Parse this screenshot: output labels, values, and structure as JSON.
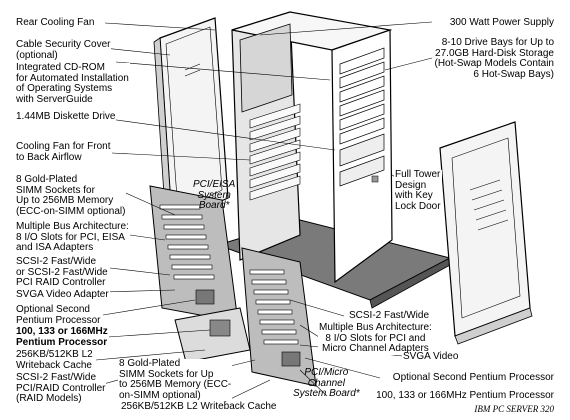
{
  "labels": {
    "rear_fan": "Rear Cooling Fan",
    "cable_cover": "Cable Security Cover\n(optional)",
    "cdrom": "Integrated CD-ROM\nfor Automated Installation\nof Operating Systems\nwith ServerGuide",
    "diskette": "1.44MB Diskette Drive",
    "cooling_fan": "Cooling Fan for Front\nto Back Airflow",
    "simm_sockets_top": "8 Gold-Plated\nSIMM Sockets for\nUp to 256MB Memory\n(ECC-on-SIMM optional)",
    "multibus_top": "Multiple Bus Architecture:\n8 I/O Slots for PCI, EISA\nand ISA Adapters",
    "scsi_raid": "SCSI-2 Fast/Wide\nor SCSI-2 Fast/Wide\nPCI RAID Controller",
    "svga_left": "SVGA Video Adapter",
    "optional_pentium_left": "Optional Second\nPentium Processor",
    "pentium_left": "100, 133 or 166MHz\nPentium Processor",
    "cache_left": "256KB/512KB L2\nWriteback Cache",
    "scsi_raid_models": "SCSI-2 Fast/Wide\nPCI/RAID Controller\n(RAID Models)",
    "simm_sockets_bottom": "8 Gold-Plated\nSIMM Sockets for Up\nto 256MB Memory (ECC-\non-SIMM optional)",
    "cache_bottom": "256KB/512KB L2 Writeback Cache",
    "pci_eisa_board": "PCI/EISA\nSystem\nBoard*",
    "pci_mc_board": "PCI/Micro\nChannel\nSystem Board*",
    "power_supply": "300 Watt Power Supply",
    "drive_bays": "8-10 Drive Bays for Up to\n27.0GB Hard-Disk Storage\n(Hot-Swap Models Contain\n6 Hot-Swap Bays)",
    "full_tower": "Full Tower\nDesign\nwith Key\nLock Door",
    "scsi_right": "SCSI-2 Fast/Wide",
    "multibus_right": "Multiple Bus Architecture:\n8 I/O Slots for PCI and\nMicro Channel Adapters",
    "svga_right": "SVGA Video",
    "optional_pentium_right": "Optional Second Pentium Processor",
    "pentium_right": "100, 133 or 166MHz Pentium Processor",
    "caption": "IBM PC SERVER 320"
  },
  "colors": {
    "line": "#000000",
    "panel": "#f4f4f4",
    "panel_dark": "#d0d0d0",
    "board": "#bdbdbd",
    "floor": "#7a7a7a"
  }
}
